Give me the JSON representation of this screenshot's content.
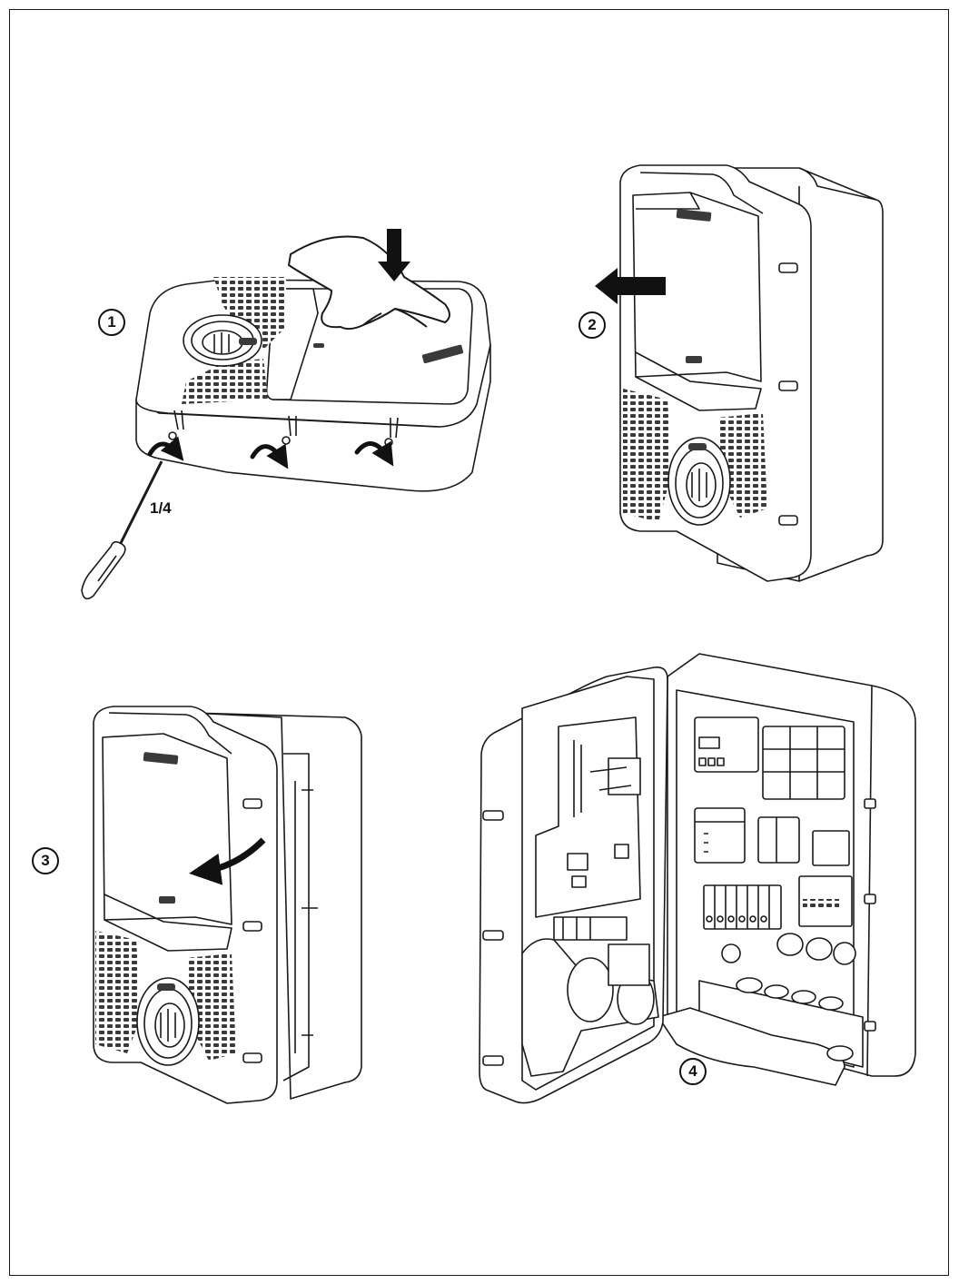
{
  "steps": [
    {
      "label": "1"
    },
    {
      "label": "2"
    },
    {
      "label": "3"
    },
    {
      "label": "4"
    }
  ],
  "annotations": {
    "quarter_turn": "1/4"
  },
  "colors": {
    "line": "#1a1a1a",
    "grille": "#3a3a3a",
    "arrow": "#111111",
    "fill": "#ffffff"
  },
  "icons": {
    "screwdriver": "screwdriver-icon",
    "rotate": "rotate-arrow-icon",
    "push": "push-arrow-icon"
  }
}
